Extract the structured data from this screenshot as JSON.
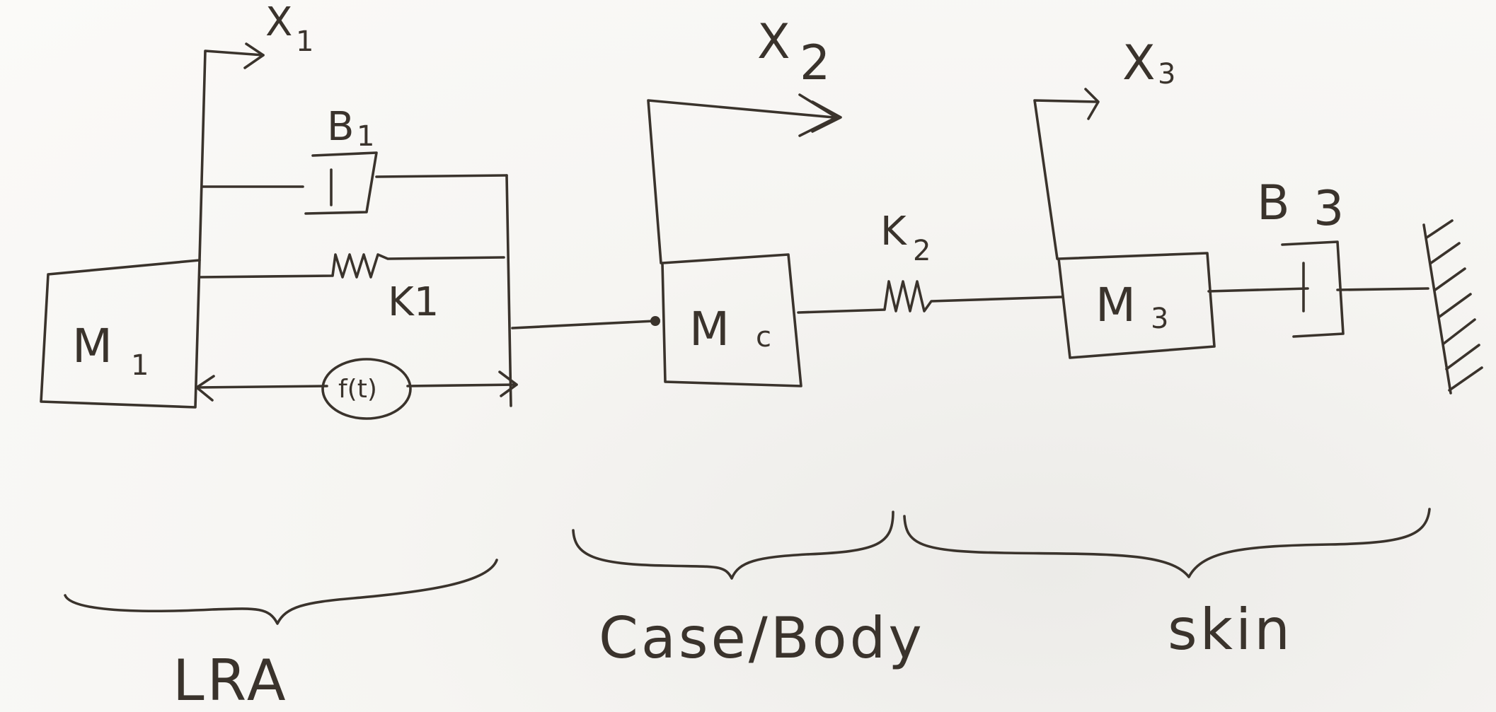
{
  "masses": {
    "m1": "M",
    "m1_sub": "1",
    "mc": "M",
    "mc_sub": "c",
    "m3": "M",
    "m3_sub": "3"
  },
  "variables": {
    "x1": "X",
    "x1_sub": "1",
    "x2": "X",
    "x2_sub": "2",
    "x3": "X",
    "x3_sub": "3"
  },
  "elements": {
    "b1": "B",
    "b1_sub": "1",
    "k1": "K1",
    "force": "f(t)",
    "k2": "K",
    "k2_sub": "2",
    "b3": "B",
    "b3_sub": "3"
  },
  "groups": {
    "lra": "LRA",
    "case_body": "Case/Body",
    "skin": "skin"
  }
}
